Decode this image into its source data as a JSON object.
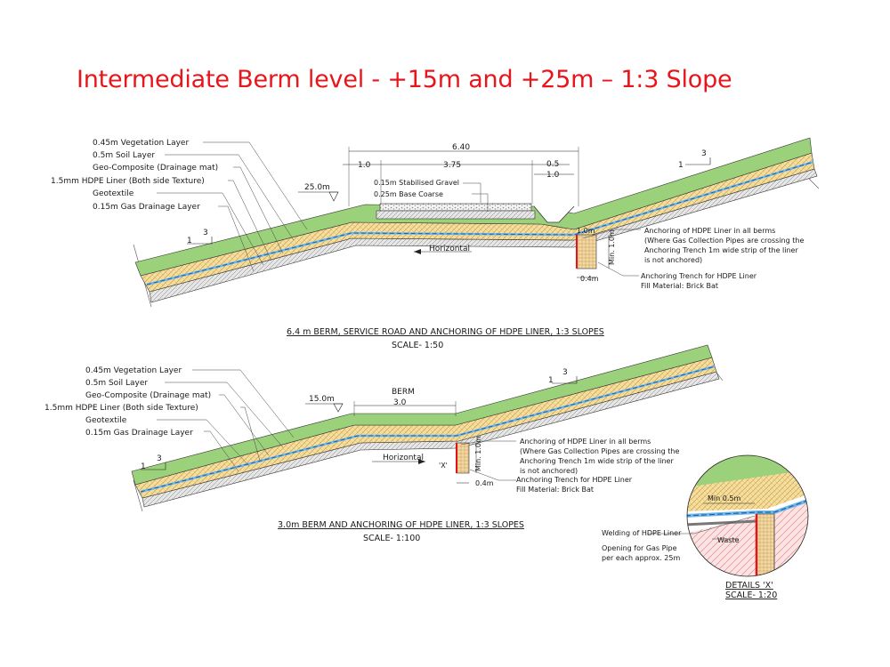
{
  "title": "Intermediate Berm level - +15m and +25m – 1:3 Slope",
  "colors": {
    "title": "#e8161b",
    "vegetation": "#9bd17a",
    "soil": "#f4dfa0",
    "soil_hatch": "#c9963b",
    "geocomposite": "#6fb8e8",
    "liner": "#1f5fb0",
    "trench_liner": "#e0141b",
    "gravel": "#ececec",
    "waste": "#f2c2c2"
  },
  "section_a": {
    "layers": [
      "0.45m Vegetation Layer",
      "0.5m Soil Layer",
      "Geo-Composite (Drainage mat)",
      "1.5mm HDPE Liner (Both side Texture)",
      "Geotextile",
      "0.15m Gas Drainage Layer"
    ],
    "level": "25.0m",
    "dims": {
      "total": "6.40",
      "left": "1.0",
      "mid": "3.75",
      "right_a": "0.5",
      "right_b": "1.0"
    },
    "road_layers": [
      "0.15m Stabilised Gravel",
      "0.25m Base Coarse"
    ],
    "slope_left": {
      "rise": "3",
      "run": "1"
    },
    "slope_right": {
      "rise": "3",
      "run": "1"
    },
    "horizontal": "Horizontal",
    "trench_depth": "Min. 1.0m",
    "trench_depth_top": "1.0m",
    "trench_width": "0.4m",
    "anchoring_note": [
      "Anchoring of HDPE Liner in all berms",
      "(Where Gas Collection Pipes are crossing the",
      "Anchoring Trench 1m wide strip of the liner",
      "is not anchored)"
    ],
    "trench_note": [
      "Anchoring Trench for HDPE Liner",
      "Fill Material: Brick Bat"
    ],
    "caption": "6.4 m BERM, SERVICE ROAD AND ANCHORING OF HDPE LINER, 1:3 SLOPES",
    "scale": "SCALE- 1:50"
  },
  "section_b": {
    "layers": [
      "0.45m Vegetation Layer",
      "0.5m Soil Layer",
      "Geo-Composite (Drainage mat)",
      "1.5mm HDPE Liner (Both side Texture)",
      "Geotextile",
      "0.15m Gas Drainage Layer"
    ],
    "level": "15.0m",
    "berm_label": "BERM",
    "berm_width": "3.0",
    "slope_left": {
      "rise": "3",
      "run": "1"
    },
    "slope_right": {
      "rise": "3",
      "run": "1"
    },
    "horizontal": "Horizontal",
    "detail_ref": "'X'",
    "trench_depth": "Min. 1.0m",
    "trench_width": "0.4m",
    "anchoring_note": [
      "Anchoring of HDPE Liner in all berms",
      "(Where Gas Collection Pipes are crossing the",
      "Anchoring Trench 1m wide strip of the liner",
      "is not anchored)"
    ],
    "trench_note": [
      "Anchoring Trench for HDPE Liner",
      "Fill Material: Brick Bat"
    ],
    "caption": "3.0m BERM AND ANCHORING OF HDPE LINER, 1:3 SLOPES",
    "scale": "SCALE- 1:100"
  },
  "detail_x": {
    "min_label": "Min 0.5m",
    "welding": "Welding of HDPE Liner",
    "waste": "Waste",
    "opening": [
      "Opening for Gas Pipe",
      "per each approx. 25m"
    ],
    "caption": "DETAILS 'X'",
    "scale": "SCALE- 1:20"
  }
}
